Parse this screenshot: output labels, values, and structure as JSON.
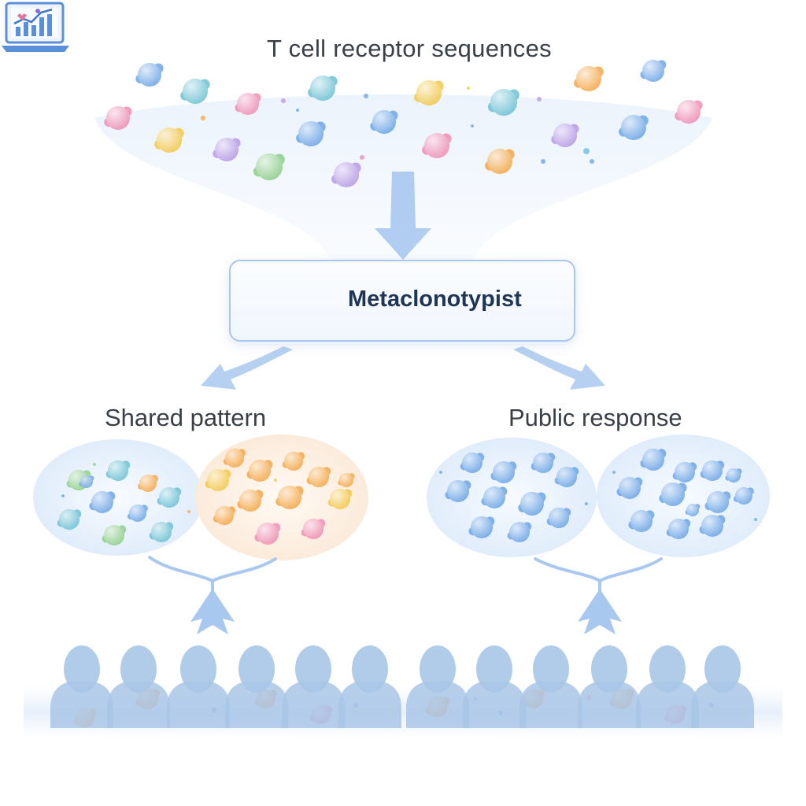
{
  "top_title": "T cell receptor sequences",
  "tool": {
    "name": "Metaclonotypist",
    "icon": "laptop-chart-icon"
  },
  "branches": {
    "left": {
      "title": "Shared pattern"
    },
    "right": {
      "title": "Public response"
    }
  },
  "colors": {
    "text": "#3a4048",
    "tool_text": "#1f3553",
    "arrow": "#a9c8ef",
    "box_border": "#a9c6ee",
    "person": "#a9c6e6",
    "cell_blue": "#6ea6e6",
    "cell_orange": "#f5a84a",
    "cell_green": "#8fcf8a",
    "cell_pink": "#ef8fb4",
    "cell_purple": "#b89be6",
    "cell_yellow": "#f3c94d",
    "cell_teal": "#6fc2d4"
  }
}
